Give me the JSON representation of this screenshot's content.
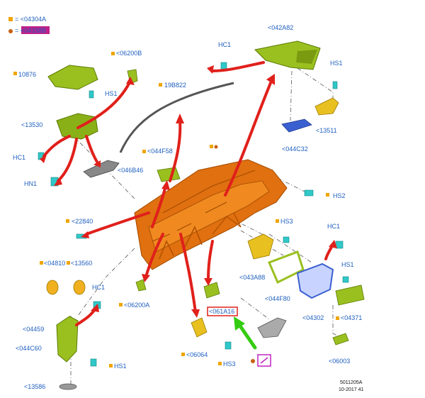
{
  "legend": {
    "row1": {
      "symbol": "square",
      "text": "= <04304A"
    },
    "row2": {
      "symbol": "dot",
      "text": "= <04338B"
    }
  },
  "parts": {
    "p042A82": "<042A82",
    "hc1_top": "HC1",
    "hs1_right_top": "HS1",
    "p13511": "<13511",
    "p044C32": "<044C32",
    "p06200B": "<06200B",
    "p10876": "10876",
    "hs1_left_top": "HS1",
    "p19B822": "19B822",
    "p13530": "<13530",
    "hc1_left": "HC1",
    "p044F58": "<044F58",
    "p046B46": "<046B46",
    "hn1": "HN1",
    "hs2": "HS2",
    "p22840": "<22840",
    "hs3_mid": "HS3",
    "hc1_right": "HC1",
    "p043A88": "<043A88",
    "p044F80": "<044F80",
    "hs1_right_mid": "HS1",
    "p04810": "<04810",
    "p13560": "<13560",
    "hc1_lower": "HC1",
    "p06200A": "<06200A",
    "p04302": "<04302",
    "p04371": "<04371",
    "p061A16": "<061A16",
    "p04459": "<04459",
    "p044C60": "<044C60",
    "p06064": "<06064",
    "hs3_bottom": "HS3",
    "hs1_bottom": "HS1",
    "p06003": "<06003",
    "p13586": "<13586"
  },
  "footer": {
    "ref": "5011205A",
    "date": "10-2017 41"
  },
  "colors": {
    "label_blue": "#1f5fbf",
    "marker_orange": "#f0a500",
    "arrow_red": "#e0201b",
    "highlight_red": "#e0201b",
    "callout_green": "#33cc11",
    "part_green": "#9ac020",
    "part_orange": "#e07010",
    "part_cyan": "#30c8c8",
    "part_yellow": "#e8c020",
    "part_blue": "#3a5fd0",
    "legend_magenta": "#c020c0"
  },
  "icons": [
    "square-marker",
    "dot-marker",
    "pen-icon"
  ]
}
